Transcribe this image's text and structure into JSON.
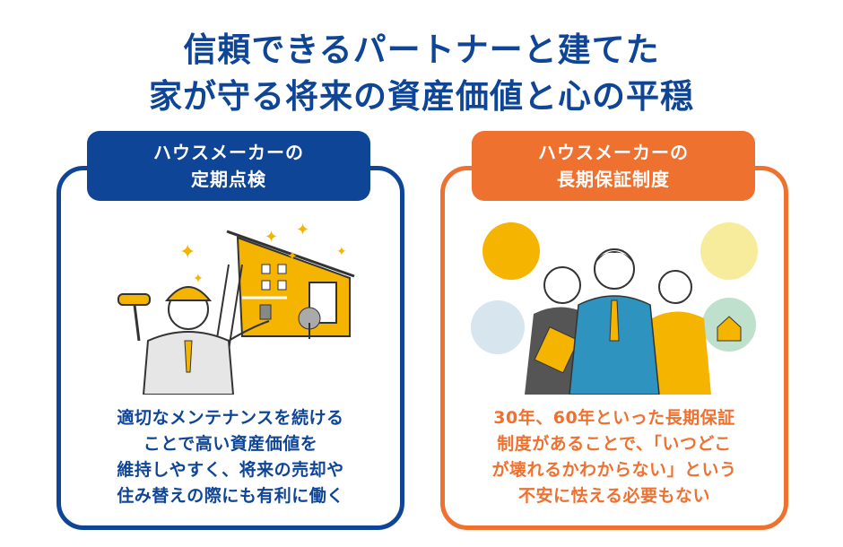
{
  "title": {
    "line1": "信頼できるパートナーと建てた",
    "line2": "家が守る将来の資産価値と心の平穏"
  },
  "cards": [
    {
      "label_line1": "ハウスメーカーの",
      "label_line2": "定期点検",
      "illustration": "worker-with-paint-roller-and-house",
      "description": [
        "適切なメンテナンスを続ける",
        "ことで高い資産価値を",
        "維持しやすく、将来の売却や",
        "住み替えの際にも有利に働く"
      ],
      "color": "#0f4597"
    },
    {
      "label_line1": "ハウスメーカーの",
      "label_line2": "長期保証制度",
      "illustration": "business-team-with-support-bubbles",
      "description": [
        "30年、60年といった長期保証",
        "制度があることで、「いつどこ",
        "が壊れるかわからない」という",
        "不安に怯える必要もない"
      ],
      "color": "#ef7130"
    }
  ],
  "colors": {
    "blue": "#0f4597",
    "orange": "#ef7130",
    "yellow": "#f5b400"
  }
}
